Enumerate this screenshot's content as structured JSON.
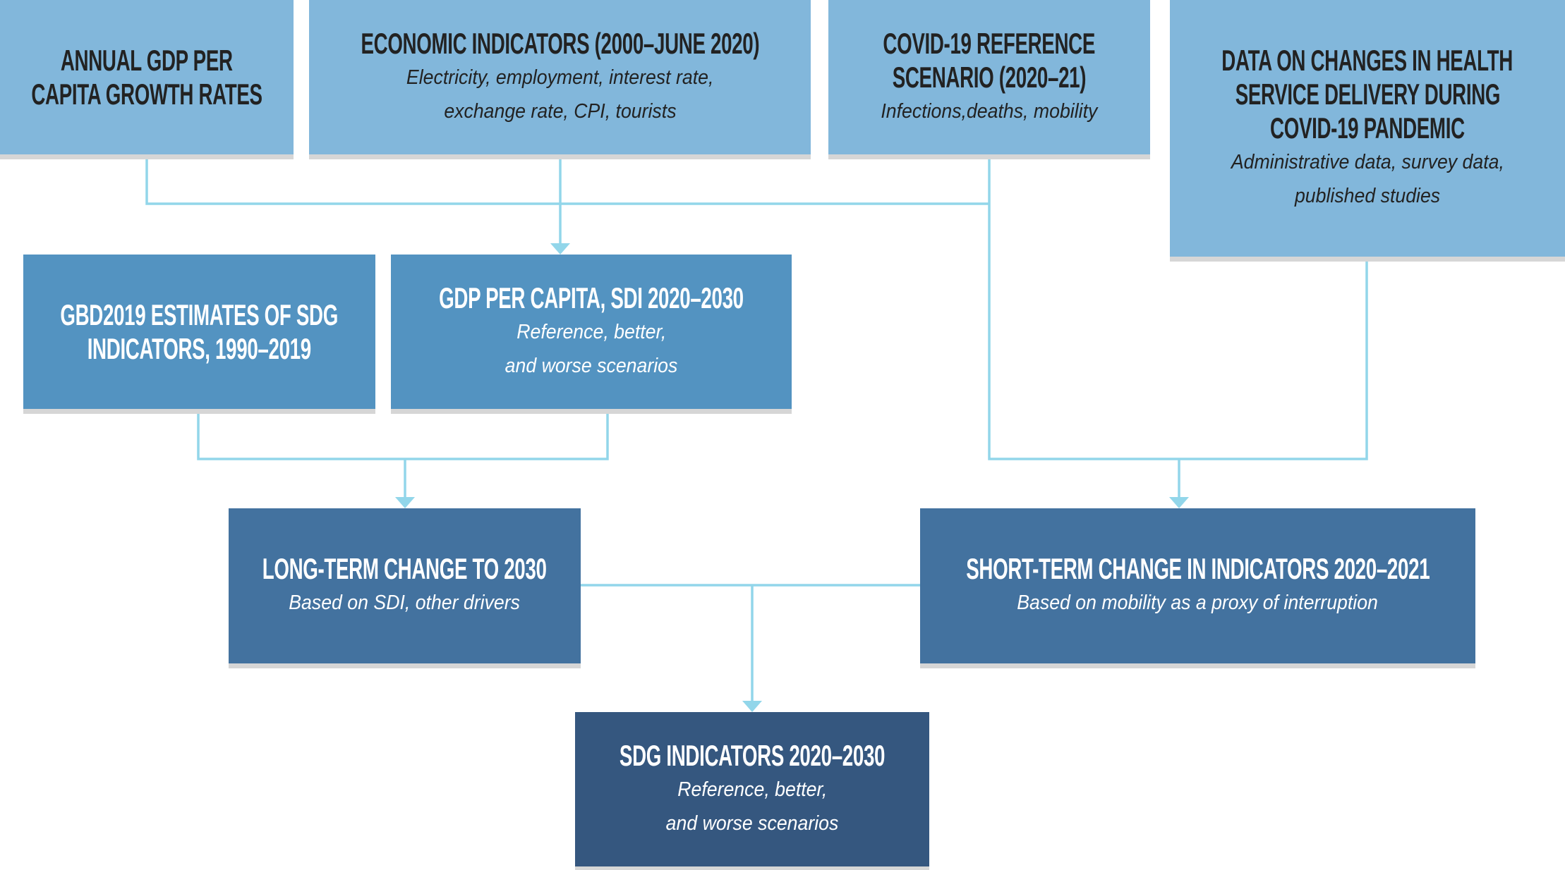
{
  "nodes": {
    "annual_gdp": {
      "title": [
        "ANNUAL GDP PER",
        "CAPITA GROWTH RATES"
      ]
    },
    "economic": {
      "title": [
        "ECONOMIC INDICATORS (2000–JUNE 2020)"
      ],
      "subtitle": [
        "Electricity, employment, interest rate,",
        "exchange rate, CPI, tourists"
      ]
    },
    "covid": {
      "title": [
        "COVID-19 REFERENCE",
        "SCENARIO (2020–21)"
      ],
      "subtitle": [
        "Infections,deaths, mobility"
      ]
    },
    "health": {
      "title": [
        "DATA ON CHANGES IN HEALTH",
        "SERVICE DELIVERY DURING",
        "COVID-19 PANDEMIC"
      ],
      "subtitle": [
        "Administrative data, survey data,",
        "published studies"
      ]
    },
    "gbd": {
      "title": [
        "GBD2019 ESTIMATES OF SDG",
        "INDICATORS, 1990–2019"
      ]
    },
    "gdp_sdi": {
      "title": [
        "GDP PER CAPITA, SDI 2020–2030"
      ],
      "subtitle": [
        "Reference, better,",
        "and worse scenarios"
      ]
    },
    "long_term": {
      "title": [
        "LONG-TERM CHANGE TO 2030"
      ],
      "subtitle": [
        "Based on SDI, other drivers"
      ]
    },
    "short_term": {
      "title": [
        "SHORT-TERM CHANGE IN INDICATORS 2020–2021"
      ],
      "subtitle": [
        "Based on mobility as a proxy of interruption"
      ]
    },
    "sdg": {
      "title": [
        "SDG INDICATORS 2020–2030"
      ],
      "subtitle": [
        "Reference, better,",
        "and worse scenarios"
      ]
    }
  },
  "colors": {
    "level1": "#82b7db",
    "level2": "#5393c1",
    "level3": "#43729f",
    "level4": "#35577f",
    "connector": "#92d6ea"
  }
}
